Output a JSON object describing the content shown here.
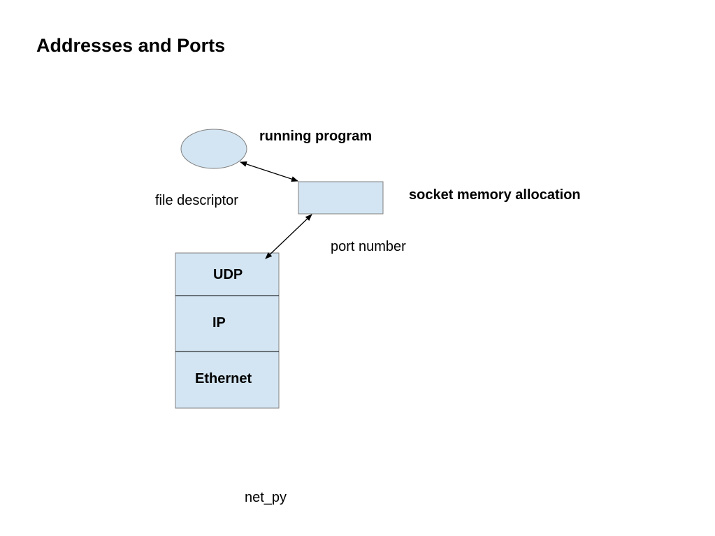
{
  "title": "Addresses and Ports",
  "diagram": {
    "running_program_label": "running program",
    "socket_label": "socket memory allocation",
    "file_descriptor_label": "file descriptor",
    "port_number_label": "port number",
    "stack_layers": [
      "UDP",
      "IP",
      "Ethernet"
    ],
    "fill_color": "#d3e5f2",
    "stroke_color": "#808080"
  },
  "footer": "net_py"
}
